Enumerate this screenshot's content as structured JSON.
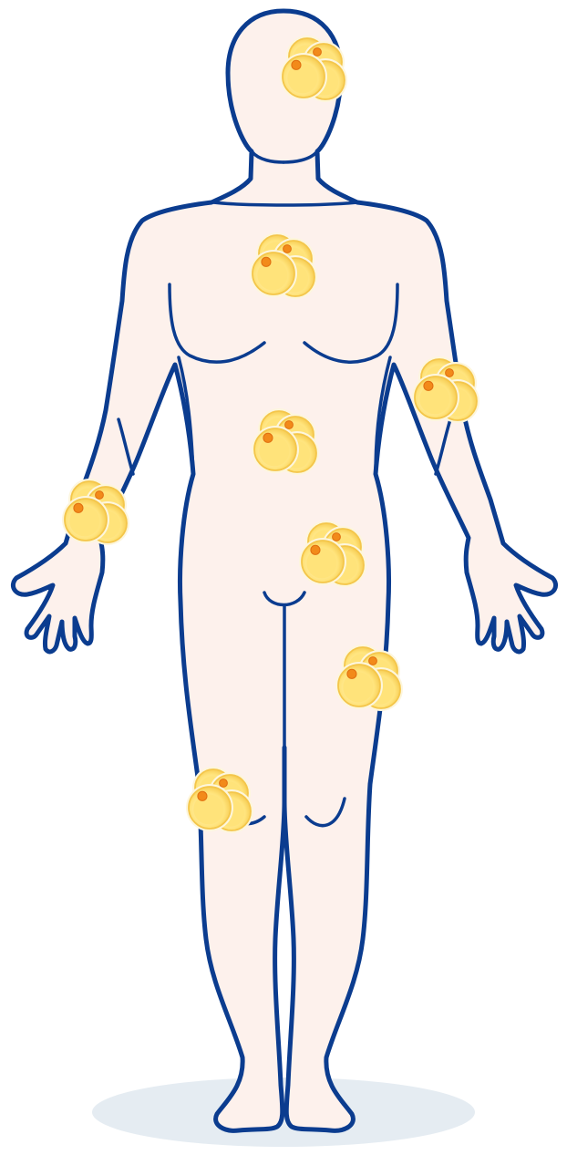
{
  "figure": {
    "subject": "human-body-front-view",
    "colors": {
      "background": "#ffffff",
      "skin_fill": "#fdf1ec",
      "outline": "#0b3c8f",
      "floor_shadow": "#e5ecf2",
      "cell_fill": "#ffe37a",
      "cell_fill_light": "#fff7cf",
      "cell_rim": "#f4c64a",
      "cell_halo": "#fdf6dd",
      "nucleus": "#f28a1a",
      "nucleus_rim": "#e06d0f"
    },
    "cell_clusters": [
      {
        "name": "cell-cluster-head",
        "location": "head"
      },
      {
        "name": "cell-cluster-chest",
        "location": "chest"
      },
      {
        "name": "cell-cluster-right-elbow",
        "location": "elbow"
      },
      {
        "name": "cell-cluster-abdomen",
        "location": "abdomen"
      },
      {
        "name": "cell-cluster-left-wrist",
        "location": "wrist"
      },
      {
        "name": "cell-cluster-groin",
        "location": "groin"
      },
      {
        "name": "cell-cluster-right-thigh",
        "location": "thigh"
      },
      {
        "name": "cell-cluster-left-knee",
        "location": "knee"
      }
    ]
  }
}
